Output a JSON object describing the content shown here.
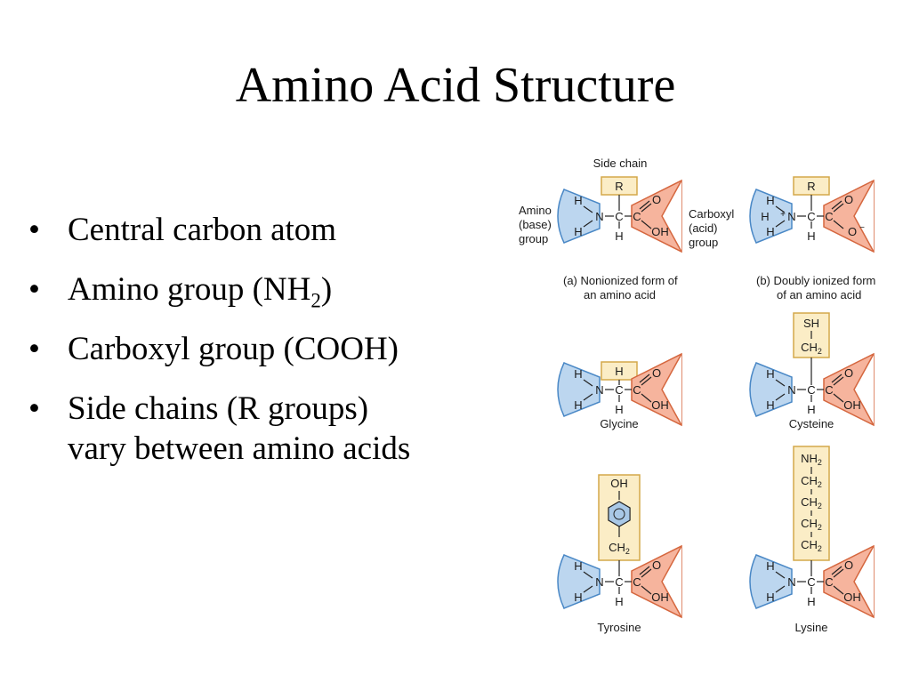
{
  "slide": {
    "title": "Amino Acid Structure",
    "bullets": [
      {
        "text": "Central carbon atom"
      },
      {
        "text": "Amino group (NH",
        "sub": "2",
        "after": ")"
      },
      {
        "text": "Carboxyl group (COOH)"
      },
      {
        "text": "Side chains (R groups)",
        "text2": "vary between amino acids"
      }
    ]
  },
  "figure": {
    "side_chain_label": "Side chain",
    "amino_label": [
      "Amino",
      "(base)",
      "group"
    ],
    "carboxyl_label": [
      "Carboxyl",
      "(acid)",
      "group"
    ],
    "panel_a": {
      "R": "R",
      "caption1": "(a)  Nonionized form of",
      "caption2": "an amino acid"
    },
    "panel_b": {
      "R": "R",
      "caption1": "(b)  Doubly ionized form",
      "caption2": "of an amino acid"
    },
    "glycine": {
      "side": "H",
      "name": "Glycine"
    },
    "cysteine": {
      "side1": "SH",
      "side2": "CH",
      "side2sub": "2",
      "name": "Cysteine"
    },
    "tyrosine": {
      "top": "OH",
      "ch": "CH",
      "chsub": "2",
      "name": "Tyrosine"
    },
    "lysine": {
      "nh": "NH",
      "nhsub": "2",
      "ch": "CH",
      "chsub": "2",
      "name": "Lysine"
    },
    "atoms": {
      "H": "H",
      "N": "N",
      "C": "C",
      "O": "O",
      "OH": "OH"
    },
    "colors": {
      "amino_fill": "#bcd6ef",
      "amino_stroke": "#4a88c6",
      "carboxyl_fill": "#f6b49d",
      "carboxyl_stroke": "#d5673f",
      "side_fill": "#fbedc6",
      "side_stroke": "#d4a84a"
    }
  }
}
